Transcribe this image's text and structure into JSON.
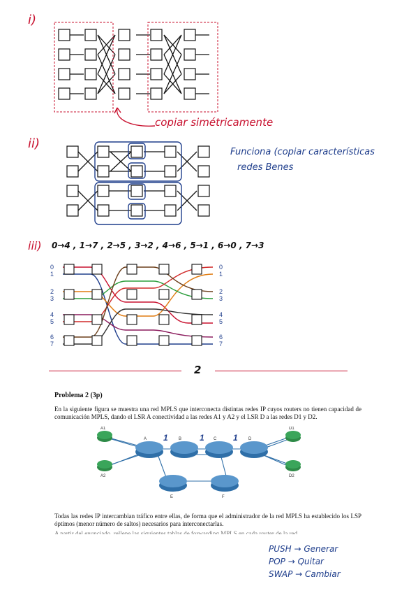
{
  "handwriting": {
    "label_i": "i)",
    "copy_note": "copiar simétricamente",
    "label_ii": "ii)",
    "works_note_line1": "Funciona (copiar características",
    "works_note_line2": "redes Benes",
    "label_iii": "iii)",
    "mapping": "0→4 , 1→7 , 2→5 , 3→2 , 4→6 , 5→1 , 6→0 , 7→3",
    "page_number": "2",
    "legend_push": "PUSH → Generar",
    "legend_pop": "POP → Quitar",
    "legend_swap": "SWAP → Cambiar",
    "hop_marks": [
      "1",
      "1",
      "1"
    ]
  },
  "network_labels": {
    "left": [
      "0",
      "1",
      "2",
      "3",
      "4",
      "5",
      "6",
      "7"
    ],
    "right": [
      "0",
      "1",
      "2",
      "3",
      "4",
      "5",
      "6",
      "7"
    ]
  },
  "problem": {
    "title": "Problema 2 (3p)",
    "intro": "En la siguiente figura se muestra una red MPLS que interconecta distintas redes IP cuyos routers no tienen capacidad de comunicación MPLS, dando el LSR A conectividad a las redes A1 y A2 y el LSR D a las redes D1 y D2.",
    "body": "Todas las redes IP intercambian tráfico entre ellas, de forma que el administrador de la red MPLS ha establecido los LSP óptimos (menor número de saltos) necesarios para interconectarlas.",
    "cut_line": "A partir del enunciado, rellene las siguientes tablas de forwarding MPLS en cada router de la red."
  },
  "mpls_nodes": {
    "lsr": [
      "A",
      "B",
      "C",
      "D",
      "E",
      "F"
    ],
    "ip": [
      "A1",
      "A2",
      "D1",
      "D2"
    ]
  },
  "colors": {
    "red_ink": "#c8102e",
    "blue_ink": "#1f3e8c",
    "router_blue": "#2f6fa8",
    "ip_green": "#3aa55a"
  }
}
